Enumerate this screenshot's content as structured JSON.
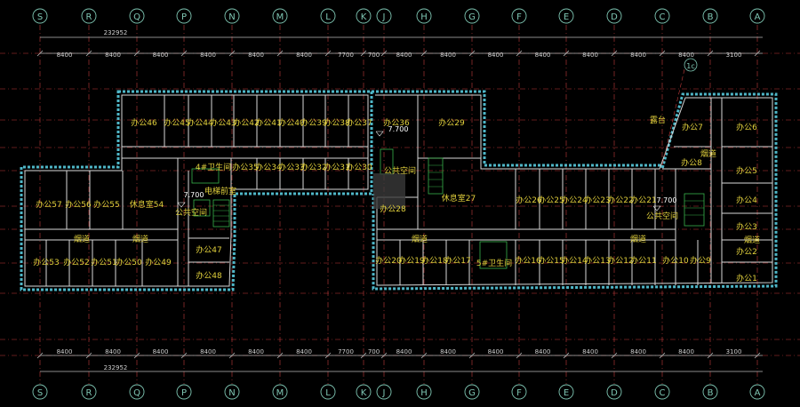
{
  "axes": {
    "labels": [
      "S",
      "R",
      "Q",
      "P",
      "N",
      "M",
      "L",
      "K",
      "J",
      "H",
      "G",
      "F",
      "E",
      "D",
      "C",
      "B",
      "A"
    ],
    "top_dims": [
      "8400",
      "8400",
      "8400",
      "8400",
      "8400",
      "8400",
      "7700",
      "700",
      "8400",
      "8400",
      "8400",
      "8400",
      "8400",
      "8400",
      "8400",
      "3100"
    ],
    "bottom_dims": [
      "8400",
      "8400",
      "8400",
      "8400",
      "8400",
      "8400",
      "7700",
      "700",
      "8400",
      "8400",
      "8400",
      "8400",
      "8400",
      "8400",
      "8400",
      "3100"
    ],
    "overall_dim_top": "232952",
    "overall_dim_bottom": "232952",
    "sub_axis": "1c"
  },
  "rooms": {
    "o46": "办公46",
    "o45": "办公45",
    "o44": "办公44",
    "o43": "办公43",
    "o42": "办公42",
    "o41": "办公41",
    "o40": "办公40",
    "o39": "办公39",
    "o38": "办公38",
    "o37": "办公37",
    "o36": "办公36",
    "o29": "办公29",
    "o7": "办公7",
    "o6": "办公6",
    "o5": "办公5",
    "o4": "办公4",
    "o3": "办公3",
    "o2": "办公2",
    "o1": "办公1",
    "o8": "办公8",
    "terrace": "露台",
    "toilet4": "4#卫生间",
    "o35": "办公35",
    "o34": "办公34",
    "o33": "办公33",
    "o32": "办公32",
    "o31": "办公31",
    "o30": "办公30",
    "o57": "办公57",
    "o56": "办公56",
    "o55": "办公55",
    "lounge54": "休息室54",
    "elev_front": "电梯前室",
    "public_w": "公共空间",
    "lvl_w": "7.700",
    "flue_w1": "烟道",
    "flue_w2": "烟道",
    "o53": "办公53",
    "o52": "办公52",
    "o51": "办公51",
    "o50": "办公50",
    "o49": "办公49",
    "o47": "办公47",
    "o48": "办公48",
    "lvl_c": "7.700",
    "public_c": "公共空间",
    "o28": "办公28",
    "lounge27": "休息室27",
    "o26": "办公26",
    "o25": "办公25",
    "o24": "办公24",
    "o23": "办公23",
    "o22": "办公22",
    "o21": "办公21",
    "lvl_e": "7.700",
    "public_e": "公共空间",
    "flue_c": "烟道",
    "flue_m": "烟道",
    "flue_e1": "烟道",
    "flue_e2": "烟道",
    "o20": "办公20",
    "o19": "办公19",
    "o18": "办公18",
    "o17": "办公17",
    "toilet5": "5#卫生间",
    "o16": "办公16",
    "o15": "办公15",
    "o14": "办公14",
    "o13": "办公13",
    "o12": "办公12",
    "o11": "办公11",
    "o10": "办公10",
    "o9": "办公9"
  },
  "colors": {
    "background": "#000000",
    "axis_line": "#c33b3b",
    "axis_circle": "#7fc7b4",
    "axis_label": "#7fc7b4",
    "dim_text": "#cfcfcf",
    "dim_line": "#b8b8b8",
    "wall_outer": "#4fb7c8",
    "wall_inner": "#d8d8d8",
    "room_text": "#e2d13c",
    "stair": "#39b24a",
    "level_text": "#ffffff",
    "door": "#ffffff"
  }
}
